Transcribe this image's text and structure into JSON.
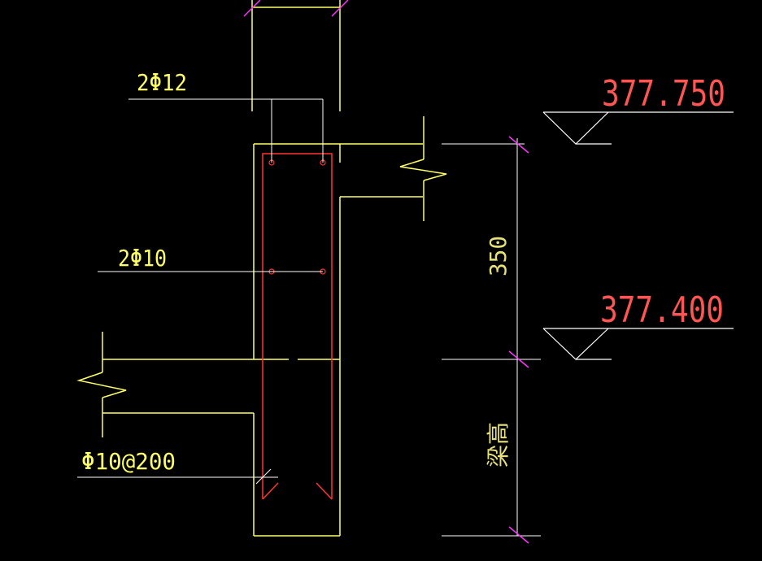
{
  "colors": {
    "background": "#000000",
    "concrete": "#ffff66",
    "rebar": "#ff3333",
    "level_text": "#ff5555",
    "leader": "#ffffff",
    "dimension": "#ffffff",
    "tick": "#ff33ff"
  },
  "labels": {
    "top_rebar": "2Φ12",
    "mid_rebar": "2Φ10",
    "stirrup": "Φ10@200"
  },
  "levels": {
    "top": "377.750",
    "bottom": "377.400"
  },
  "dimensions": {
    "upper": "350",
    "lower": "梁高"
  }
}
